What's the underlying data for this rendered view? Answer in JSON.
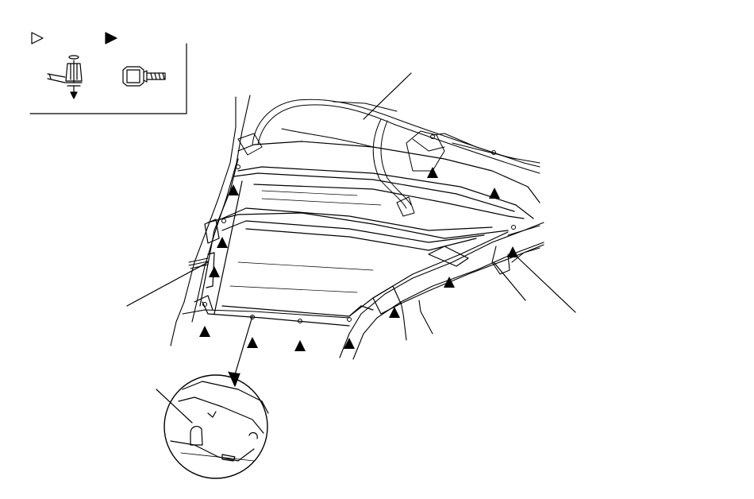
{
  "diagram": {
    "background_color": "#ffffff",
    "line_color": "#000000",
    "legend": {
      "items": [
        {
          "icon": "hollow-triangle-icon",
          "meaning_icon": "clip-fastener-icon"
        },
        {
          "icon": "filled-triangle-icon",
          "meaning_icon": "flange-bolt-icon"
        }
      ]
    },
    "fastener_marker_count": 11,
    "detail_view": "clip-detail-circle",
    "leader_line_count": 5
  }
}
